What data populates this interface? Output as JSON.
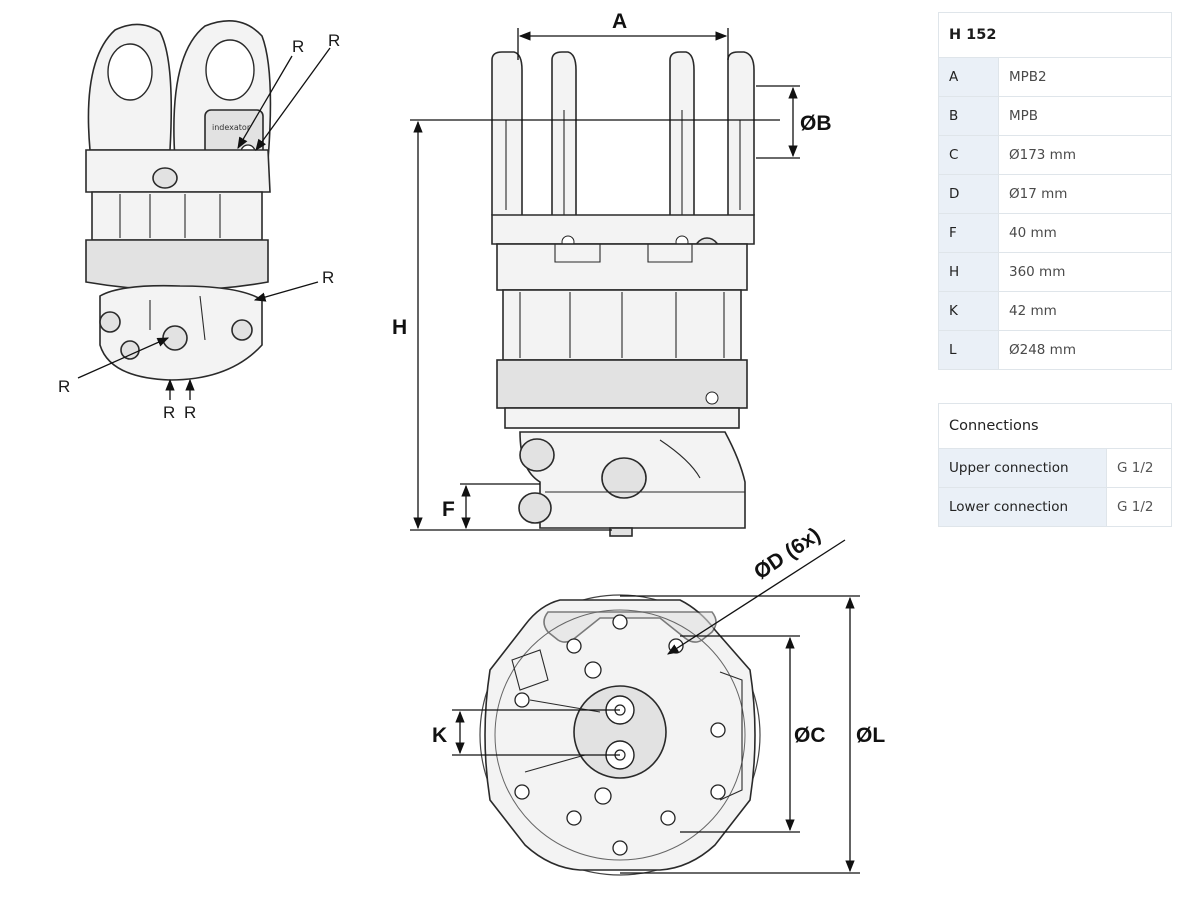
{
  "iso_view": {
    "callouts": [
      "R",
      "R",
      "R",
      "R",
      "R",
      "R"
    ],
    "brand_mark": "indexator"
  },
  "dimension_labels": {
    "A": "A",
    "B": "ØB",
    "H": "H",
    "F": "F",
    "D": "ØD (6x)",
    "K": "K",
    "C": "ØC",
    "L": "ØL"
  },
  "spec_table": {
    "title": "H 152",
    "rows": [
      {
        "key": "A",
        "value": "MPB2"
      },
      {
        "key": "B",
        "value": "MPB"
      },
      {
        "key": "C",
        "value": "Ø173 mm"
      },
      {
        "key": "D",
        "value": "Ø17 mm"
      },
      {
        "key": "F",
        "value": "40 mm"
      },
      {
        "key": "H",
        "value": "360 mm"
      },
      {
        "key": "K",
        "value": "42 mm"
      },
      {
        "key": "L",
        "value": "Ø248 mm"
      }
    ]
  },
  "connections_table": {
    "title": "Connections",
    "rows": [
      {
        "key": "Upper connection",
        "value": "G 1/2"
      },
      {
        "key": "Lower connection",
        "value": "G 1/2"
      }
    ]
  }
}
